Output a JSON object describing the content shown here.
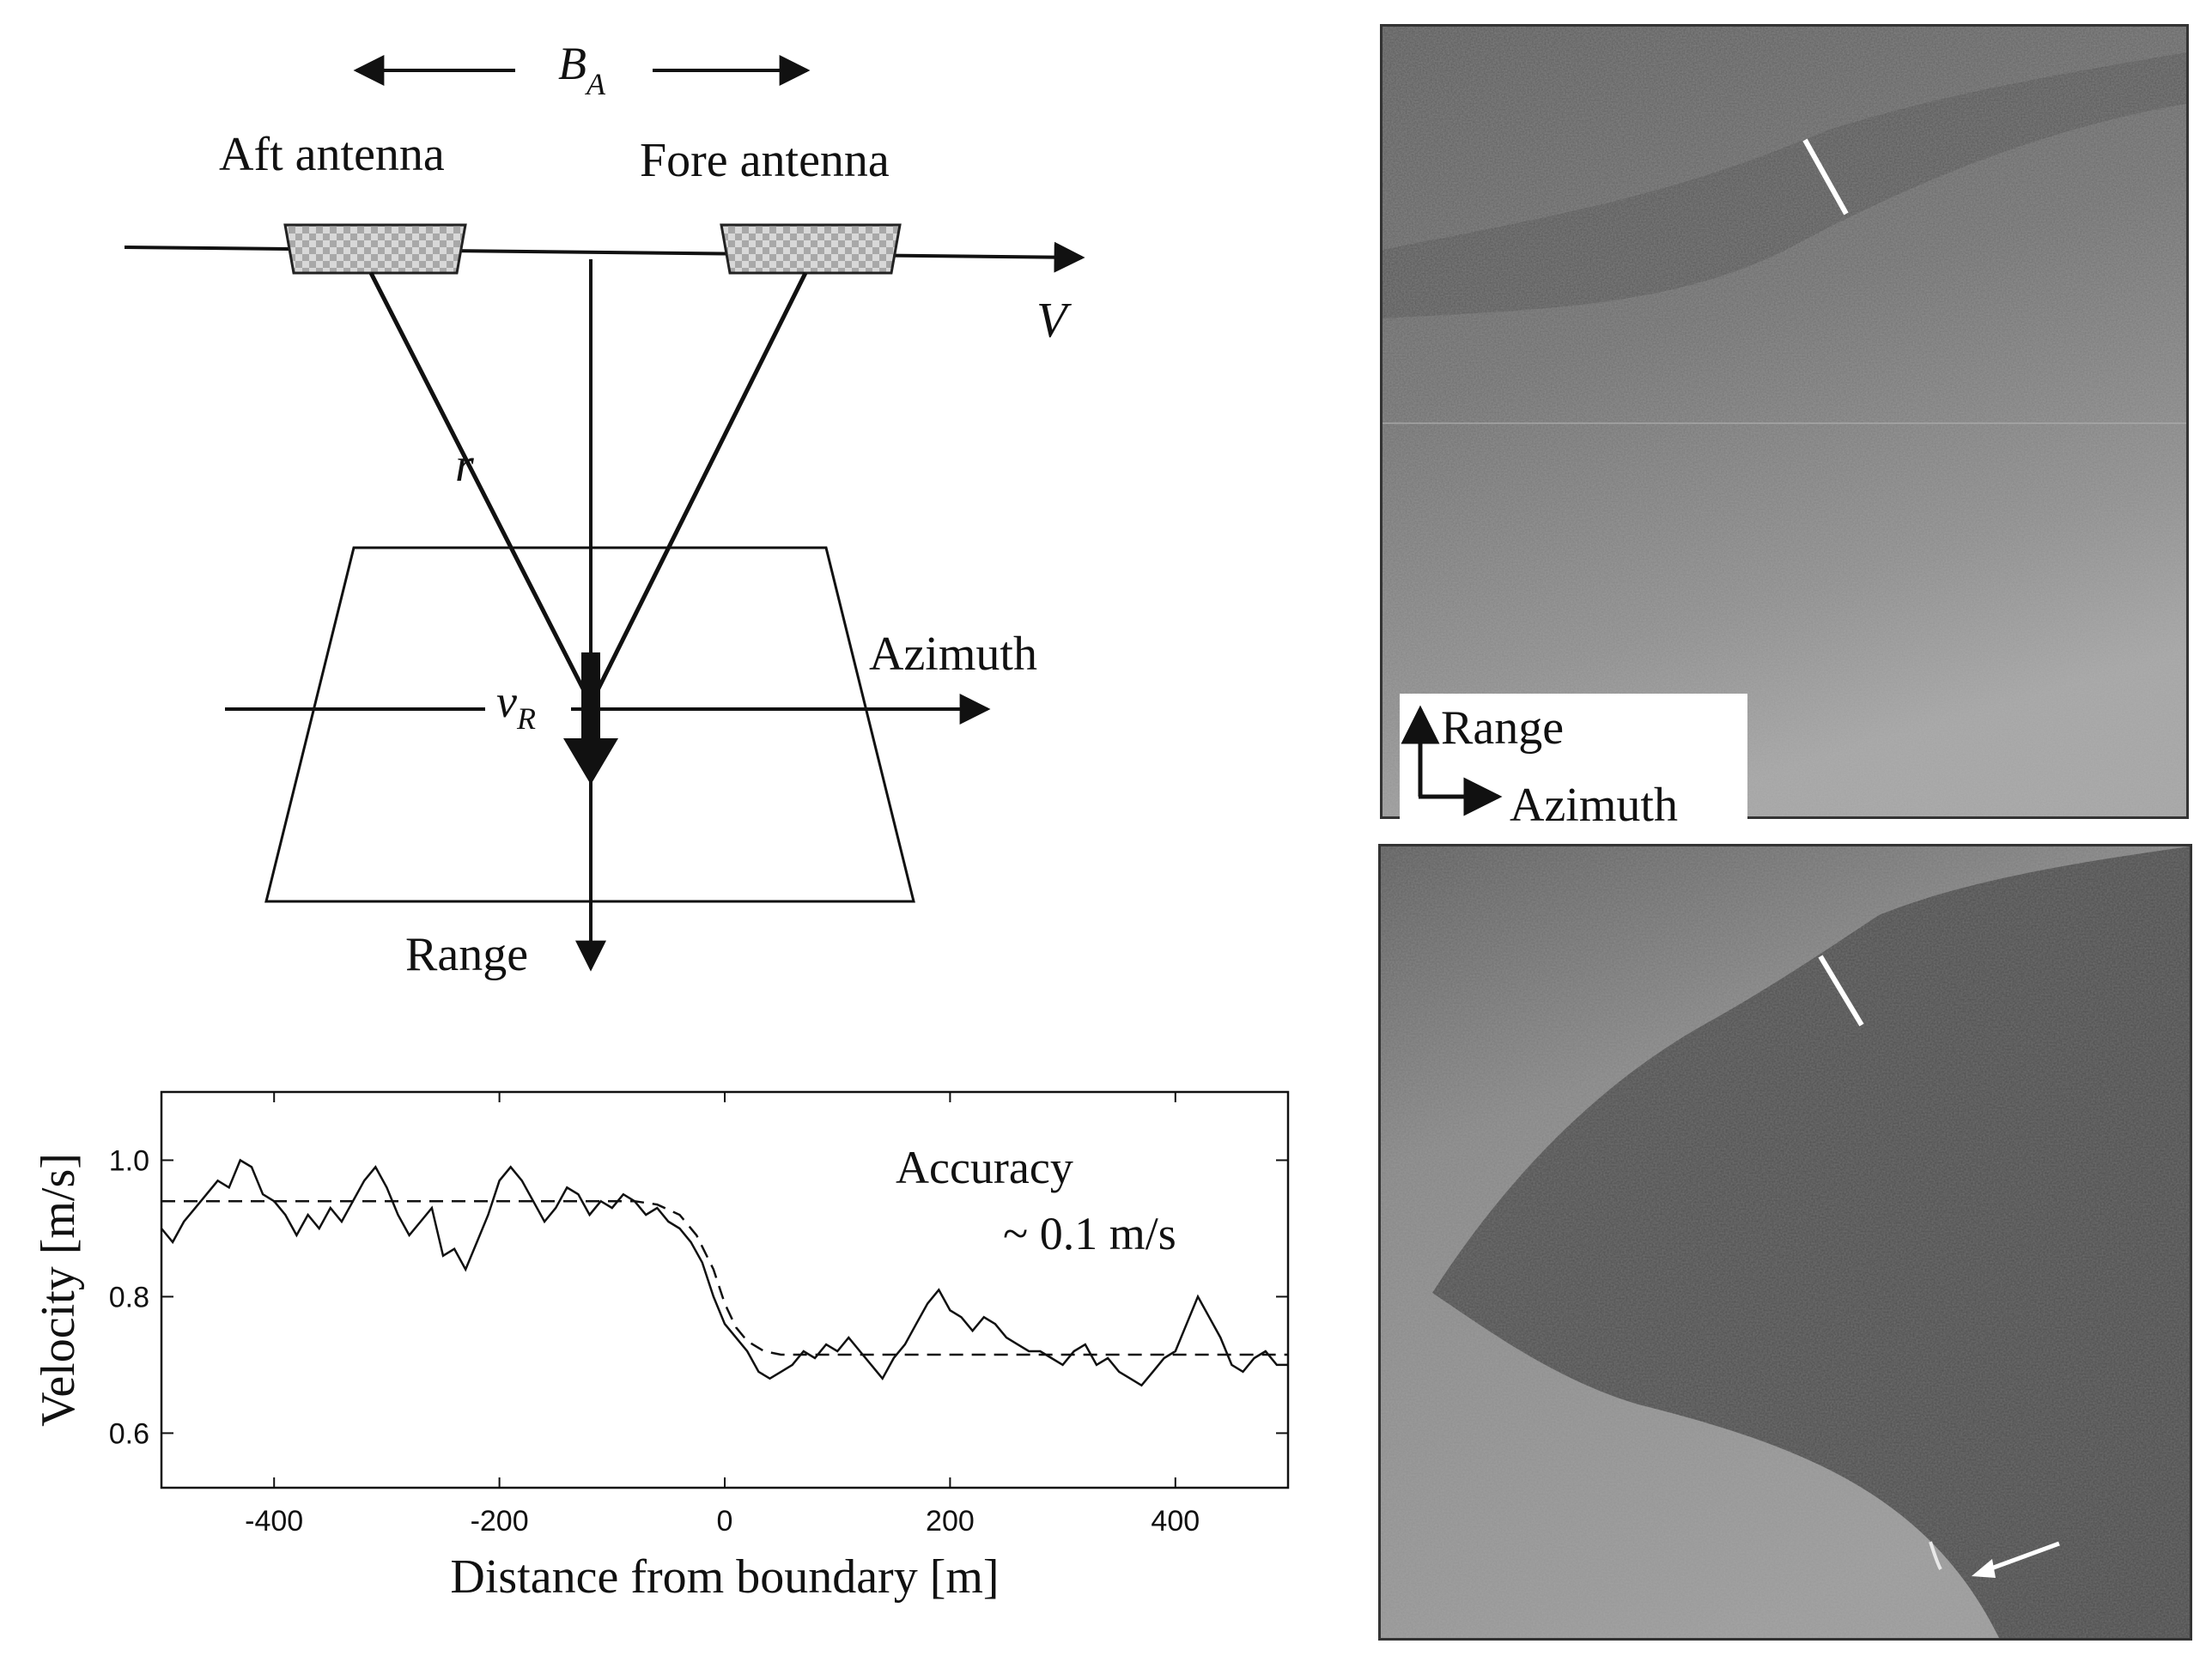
{
  "diagram": {
    "baseline_label": "B",
    "baseline_sub": "A",
    "aft_label": "Aft antenna",
    "fore_label": "Fore antenna",
    "velocity_label": "V",
    "slant_range_label": "r",
    "radial_velocity_label": "v",
    "radial_velocity_sub": "R",
    "azimuth_label": "Azimuth",
    "range_label": "Range"
  },
  "chart_data": {
    "type": "line",
    "title": "",
    "xlabel": "Distance from boundary [m]",
    "ylabel": "Velocity [m/s]",
    "xlim": [
      -500,
      500
    ],
    "ylim": [
      0.52,
      1.1
    ],
    "xticks": [
      -400,
      -200,
      0,
      200,
      400
    ],
    "yticks": [
      0.6,
      0.8,
      1.0
    ],
    "annotation": {
      "line1": "Accuracy",
      "line2": "~ 0.1 m/s"
    },
    "grid": false,
    "series": [
      {
        "style": "solid",
        "x": [
          -500,
          -490,
          -480,
          -470,
          -460,
          -450,
          -440,
          -430,
          -420,
          -410,
          -400,
          -390,
          -380,
          -370,
          -360,
          -350,
          -340,
          -330,
          -320,
          -310,
          -300,
          -290,
          -280,
          -270,
          -260,
          -250,
          -240,
          -230,
          -220,
          -210,
          -200,
          -190,
          -180,
          -170,
          -160,
          -150,
          -140,
          -130,
          -120,
          -110,
          -100,
          -90,
          -80,
          -70,
          -60,
          -50,
          -40,
          -30,
          -20,
          -10,
          0,
          10,
          20,
          30,
          40,
          50,
          60,
          70,
          80,
          90,
          100,
          110,
          120,
          130,
          140,
          150,
          160,
          170,
          180,
          190,
          200,
          210,
          220,
          230,
          240,
          250,
          260,
          270,
          280,
          290,
          300,
          310,
          320,
          330,
          340,
          350,
          360,
          370,
          380,
          390,
          400,
          410,
          420,
          430,
          440,
          450,
          460,
          470,
          480,
          490,
          500
        ],
        "y": [
          0.9,
          0.88,
          0.91,
          0.93,
          0.95,
          0.97,
          0.96,
          1.0,
          0.99,
          0.95,
          0.94,
          0.92,
          0.89,
          0.92,
          0.9,
          0.93,
          0.91,
          0.94,
          0.97,
          0.99,
          0.96,
          0.92,
          0.89,
          0.91,
          0.93,
          0.86,
          0.87,
          0.84,
          0.88,
          0.92,
          0.97,
          0.99,
          0.97,
          0.94,
          0.91,
          0.93,
          0.96,
          0.95,
          0.92,
          0.94,
          0.93,
          0.95,
          0.94,
          0.92,
          0.93,
          0.91,
          0.9,
          0.88,
          0.85,
          0.8,
          0.76,
          0.74,
          0.72,
          0.69,
          0.68,
          0.69,
          0.7,
          0.72,
          0.71,
          0.73,
          0.72,
          0.74,
          0.72,
          0.7,
          0.68,
          0.71,
          0.73,
          0.76,
          0.79,
          0.81,
          0.78,
          0.77,
          0.75,
          0.77,
          0.76,
          0.74,
          0.73,
          0.72,
          0.72,
          0.71,
          0.7,
          0.72,
          0.73,
          0.7,
          0.71,
          0.69,
          0.68,
          0.67,
          0.69,
          0.71,
          0.72,
          0.76,
          0.8,
          0.77,
          0.74,
          0.7,
          0.69,
          0.71,
          0.72,
          0.7,
          0.7
        ]
      },
      {
        "style": "dashed",
        "x": [
          -500,
          -80,
          -60,
          -40,
          -25,
          -10,
          0,
          10,
          20,
          35,
          50,
          500
        ],
        "y": [
          0.94,
          0.94,
          0.935,
          0.92,
          0.89,
          0.84,
          0.79,
          0.755,
          0.735,
          0.72,
          0.715,
          0.715
        ]
      }
    ]
  },
  "sar_top": {
    "legend_range": "Range",
    "legend_azimuth": "Azimuth"
  },
  "sar_bottom": {}
}
